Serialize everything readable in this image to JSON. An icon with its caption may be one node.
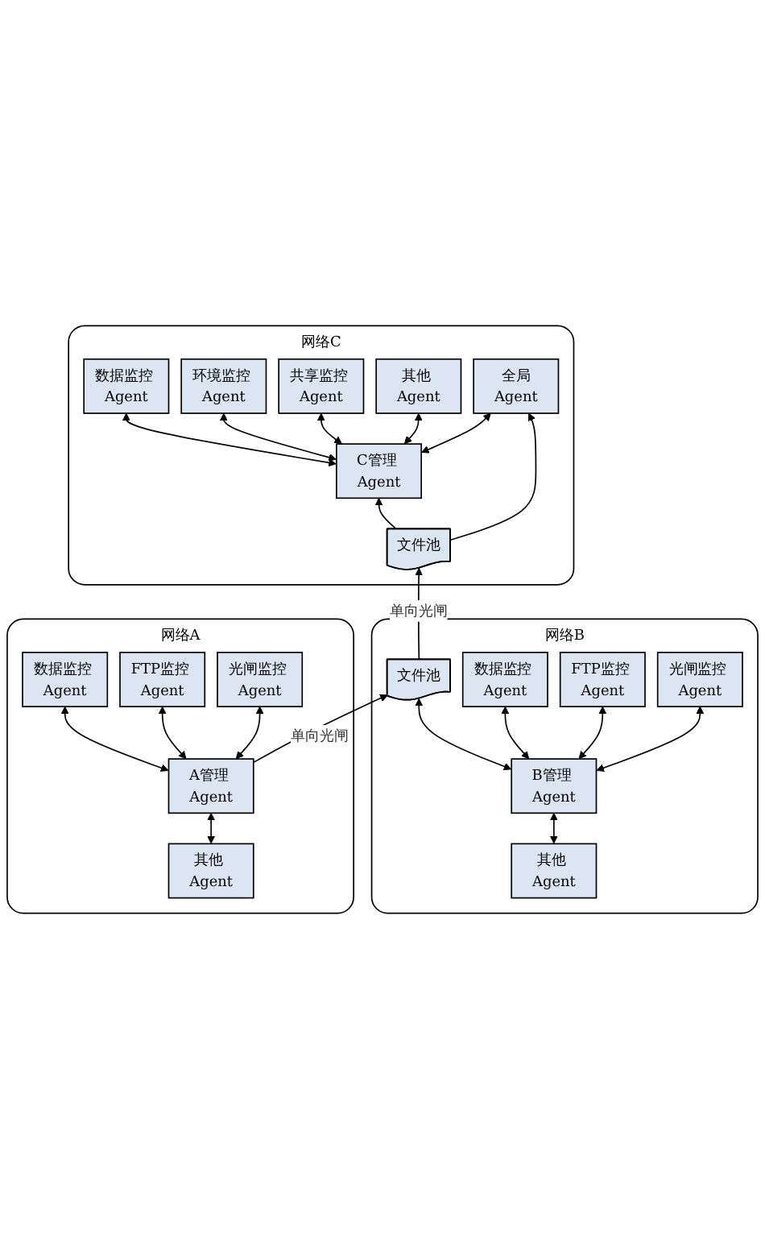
{
  "diagram": {
    "nodes": [
      {
        "text": [
          "网络C"
        ]
      },
      {
        "text": [
          "数据监控 Agent"
        ],
        "in": 0
      },
      {
        "text": [
          "环境监控 Agent"
        ],
        "in": 0
      },
      {
        "text": [
          "共享监控 Agent"
        ],
        "in": 0
      },
      {
        "text": [
          "C管理 Agent"
        ],
        "in": 0
      },
      {
        "text": [
          "其他 Agent"
        ],
        "in": 0
      },
      {
        "text": [
          "全局Agent"
        ],
        "in": 0
      },
      {
        "text": [
          "文件池"
        ],
        "in": 0
      },
      {
        "text": [
          "网络B"
        ]
      },
      {
        "text": [
          "其他 Agent"
        ],
        "in": 8
      },
      {
        "text": [
          "B管理 Agent"
        ],
        "in": 8
      },
      {
        "text": [
          "文件池"
        ],
        "in": 8
      },
      {
        "text": [
          "数据监控 Agent"
        ],
        "in": 8
      },
      {
        "text": [
          "FTP监控 Agent"
        ],
        "in": 8
      },
      {
        "text": [
          "光闸监控 Agent"
        ],
        "in": 8
      },
      {
        "text": [
          "网络A"
        ]
      },
      {
        "text": [
          "其他 Agent"
        ],
        "in": 15
      },
      {
        "text": [
          "A管理 Agent"
        ],
        "in": 15
      },
      {
        "text": [
          "数据监控 Agent"
        ],
        "in": 15
      },
      {
        "text": [
          "FTP监控 Agent"
        ],
        "in": 15
      },
      {
        "text": [
          "光闸监控 Agent"
        ],
        "in": 15
      }
    ],
    "edges": [
      {
        "from": 4,
        "to": 1,
        "arrow": "both"
      },
      {
        "from": 4,
        "to": 2,
        "arrow": "both"
      },
      {
        "from": 4,
        "to": 3,
        "arrow": "both"
      },
      {
        "from": 4,
        "to": 5,
        "arrow": "both"
      },
      {
        "from": 4,
        "to": 6,
        "arrow": "both"
      },
      {
        "from": 7,
        "to": 4,
        "arrow": "to"
      },
      {
        "from": 7,
        "to": 6,
        "arrow": "to"
      },
      {
        "from": 11,
        "to": 7,
        "arrow": "to",
        "label": "单向光闸"
      },
      {
        "from": 9,
        "to": 10,
        "arrow": "both"
      },
      {
        "from": 10,
        "to": 11,
        "arrow": "both"
      },
      {
        "from": 10,
        "to": 12,
        "arrow": "both"
      },
      {
        "from": 10,
        "to": 13,
        "arrow": "both"
      },
      {
        "from": 10,
        "to": 14,
        "arrow": "both"
      },
      {
        "from": 17,
        "to": 11,
        "arrow": "to",
        "label": "单向光闸"
      },
      {
        "from": 16,
        "to": 17,
        "arrow": "both"
      },
      {
        "from": 17,
        "to": 18,
        "arrow": "both"
      },
      {
        "from": 17,
        "to": 19,
        "arrow": "both"
      },
      {
        "from": 17,
        "to": 20,
        "arrow": "both"
      }
    ]
  }
}
